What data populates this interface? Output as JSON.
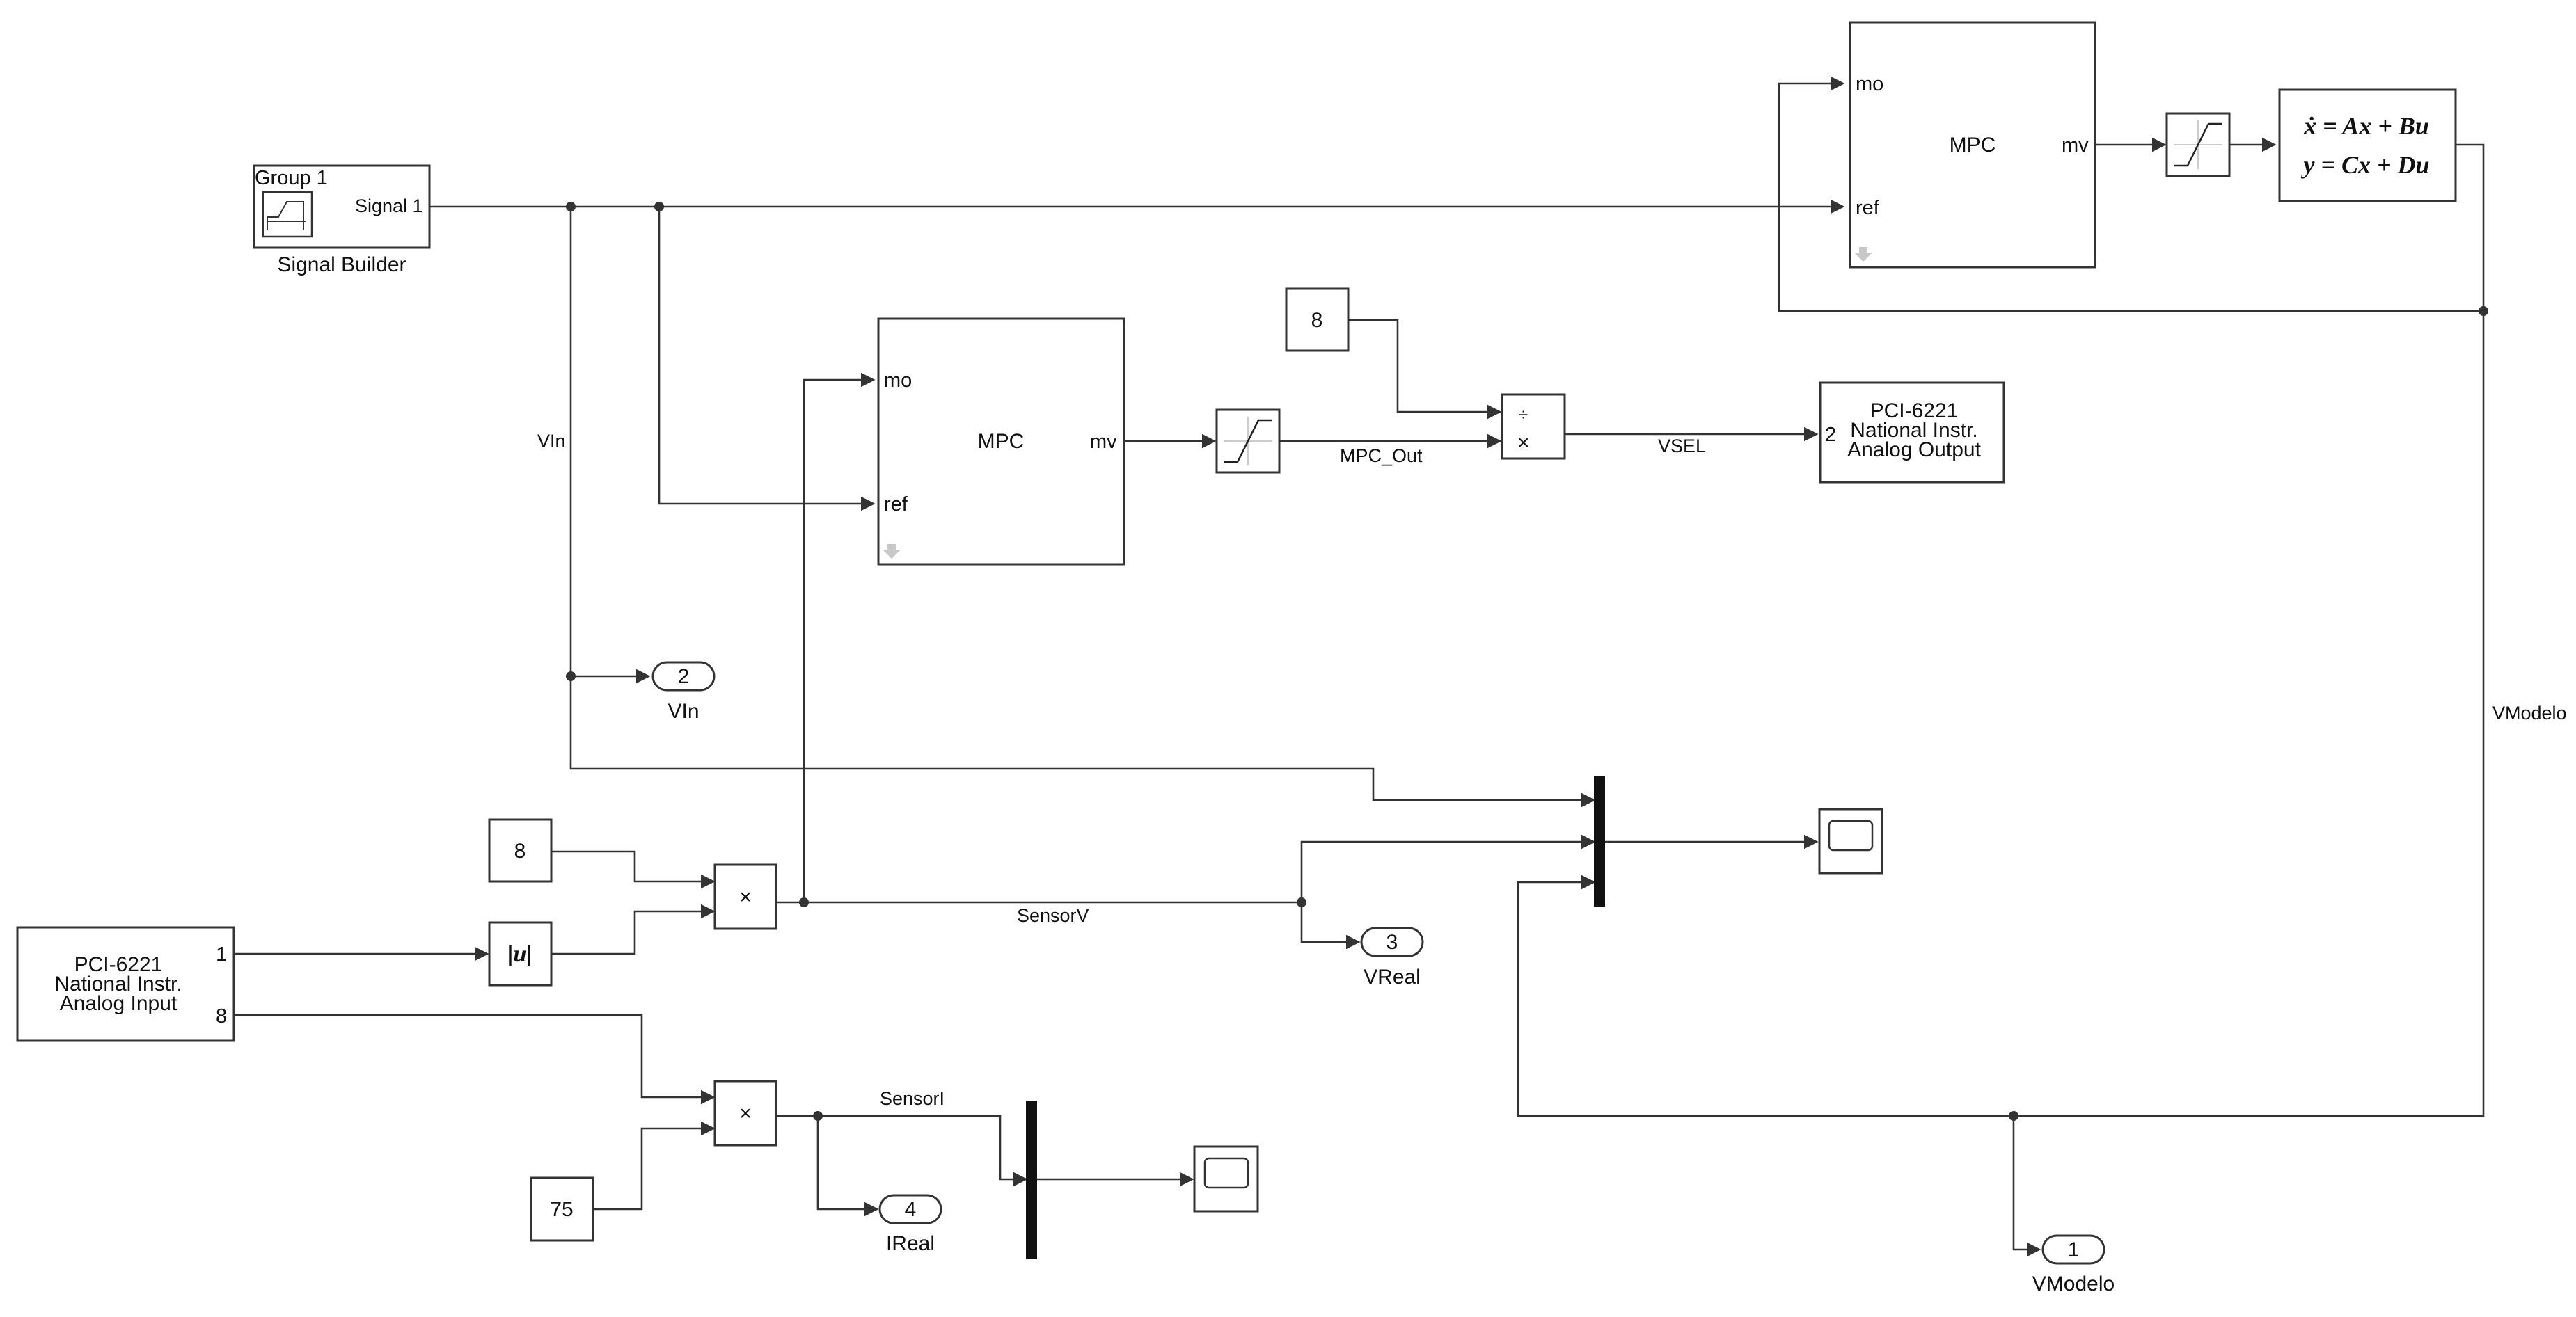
{
  "signal_builder": {
    "group": "Group 1",
    "port": "Signal 1",
    "name": "Signal Builder"
  },
  "mpc_top": {
    "title": "MPC",
    "in_mo": "mo",
    "in_ref": "ref",
    "out_mv": "mv"
  },
  "mpc_mid": {
    "title": "MPC",
    "in_mo": "mo",
    "in_ref": "ref",
    "out_mv": "mv"
  },
  "state_space": {
    "line1": "ẋ = Ax + Bu",
    "line2": "y = Cx + Du"
  },
  "const_8_top": "8",
  "const_8_left": "8",
  "const_75": "75",
  "abs_block": "|u|",
  "product_sym": "×",
  "divide_sym": "÷",
  "analog_output": {
    "port": "2",
    "line1": "PCI-6221",
    "line2": "National Instr.",
    "line3": "Analog Output"
  },
  "analog_input": {
    "port1": "1",
    "port8": "8",
    "line1": "PCI-6221",
    "line2": "National Instr.",
    "line3": "Analog Input"
  },
  "outports": [
    {
      "num": "2",
      "label": "VIn"
    },
    {
      "num": "3",
      "label": "VReal"
    },
    {
      "num": "4",
      "label": "IReal"
    },
    {
      "num": "1",
      "label": "VModelo"
    }
  ],
  "signals": {
    "vin": "VIn",
    "mpc_out": "MPC_Out",
    "vsel": "VSEL",
    "sensorv": "SensorV",
    "sensori": "SensorI",
    "vmodelo": "VModelo"
  }
}
